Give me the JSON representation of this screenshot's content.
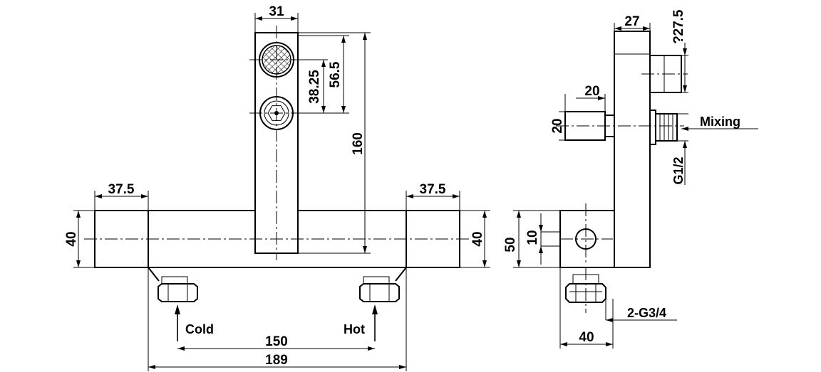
{
  "dimensions": {
    "top_width": "31",
    "dim_56_5": "56.5",
    "dim_38_25": "38.25",
    "height_160": "160",
    "left_37_5": "37.5",
    "right_37_5": "37.5",
    "left_40": "40",
    "right_40": "40",
    "spacing_150": "150",
    "total_189": "189",
    "side_27": "27",
    "side_27_5": "27.5",
    "side_q": "?",
    "side_20_h": "20",
    "side_20_v": "20",
    "side_50": "50",
    "side_10": "10",
    "side_40": "40"
  },
  "labels": {
    "cold": "Cold",
    "hot": "Hot",
    "mixing": "Mixing",
    "thread_g12": "G1/2",
    "thread_g34": "2-G3/4"
  }
}
